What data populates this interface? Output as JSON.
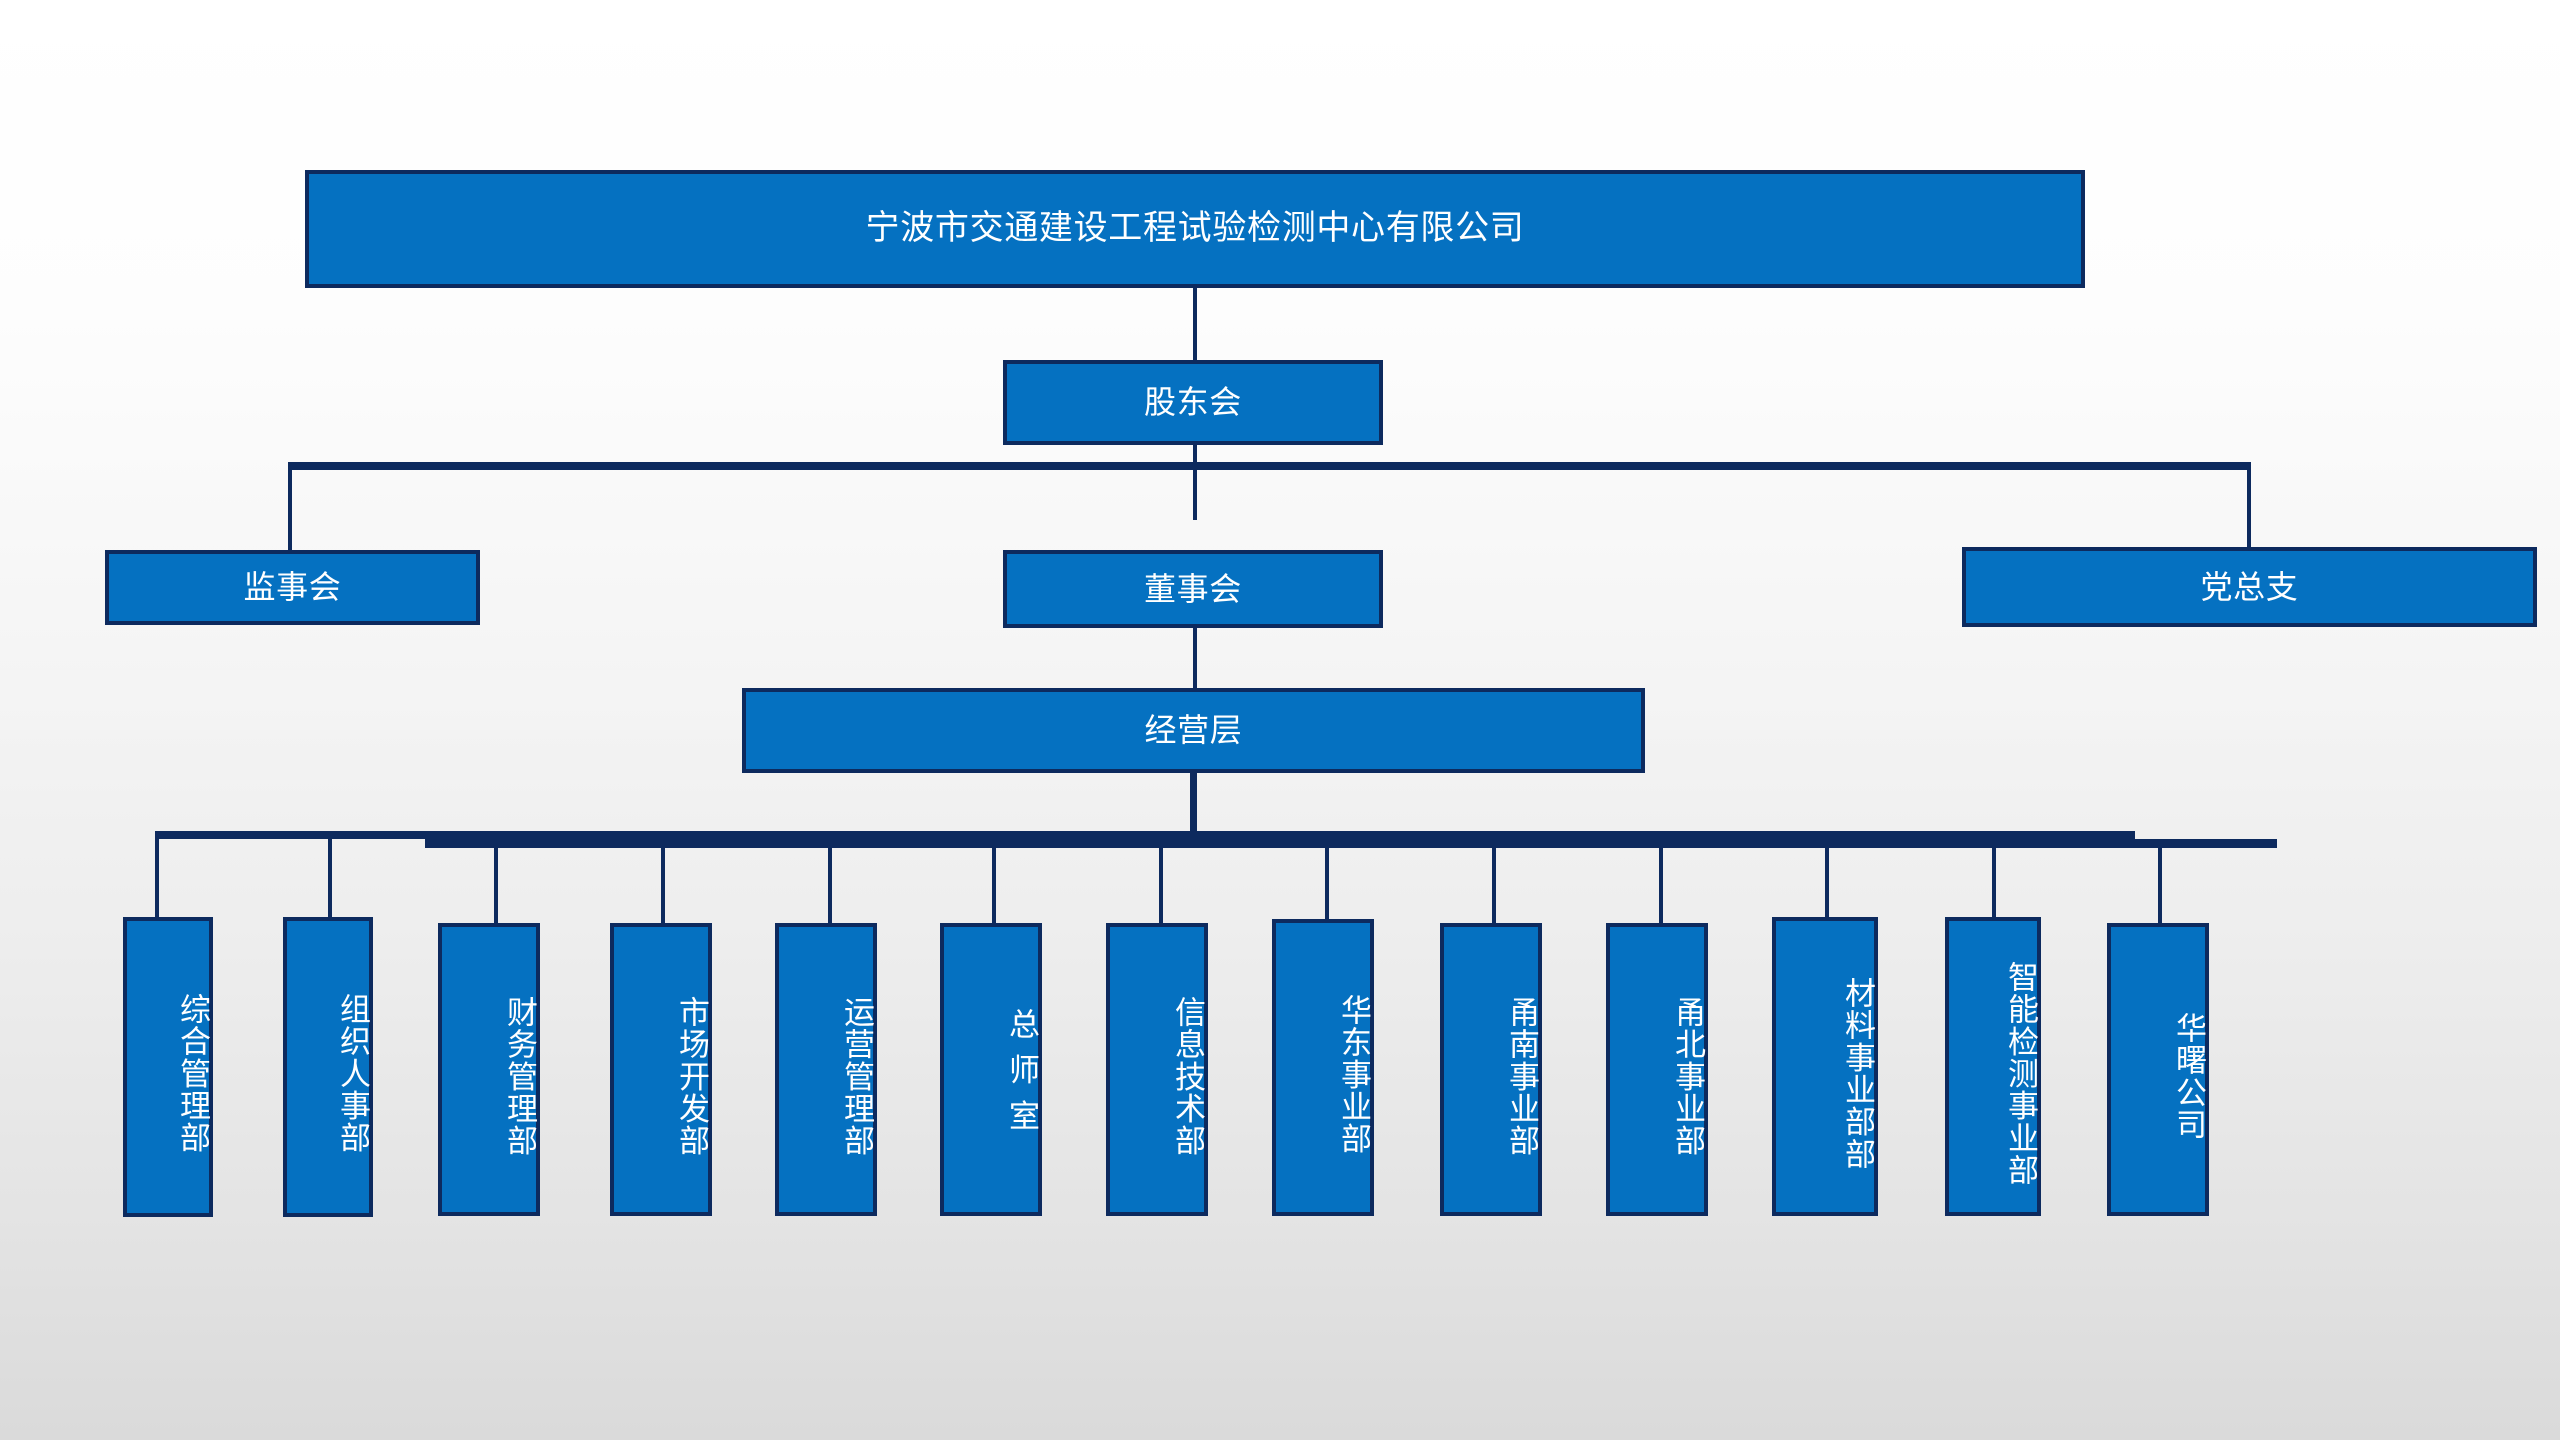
{
  "chart_data": {
    "type": "diagram",
    "title": "宁波市交通建设工程试验检测中心有限公司",
    "subtype": "organization-chart",
    "levels": 5,
    "colors": {
      "box_fill": "#0571c1",
      "box_border": "#0d2a5e",
      "connector": "#0d2a5e",
      "text": "#ffffff",
      "background_top": "#ffffff",
      "background_bottom": "#dadada"
    }
  },
  "root": {
    "label": "宁波市交通建设工程试验检测中心有限公司"
  },
  "level2": {
    "shareholders": "股东会"
  },
  "level3": {
    "supervisors": "监事会",
    "directors": "董事会",
    "party": "党总支"
  },
  "level4": {
    "management": "经营层"
  },
  "departments": [
    {
      "label": "综合管理部",
      "spaced": false
    },
    {
      "label": "组织人事部",
      "spaced": false
    },
    {
      "label": "财务管理部",
      "spaced": false
    },
    {
      "label": "市场开发部",
      "spaced": false
    },
    {
      "label": "运营管理部",
      "spaced": false
    },
    {
      "label": "总师室",
      "spaced": true
    },
    {
      "label": "信息技术部",
      "spaced": false
    },
    {
      "label": "华东事业部",
      "spaced": false
    },
    {
      "label": "甬南事业部",
      "spaced": false
    },
    {
      "label": "甬北事业部",
      "spaced": false
    },
    {
      "label": "材料事业部部",
      "spaced": false
    },
    {
      "label": "智能检测事业部",
      "spaced": false
    },
    {
      "label": "华曙公司",
      "spaced": false
    }
  ]
}
